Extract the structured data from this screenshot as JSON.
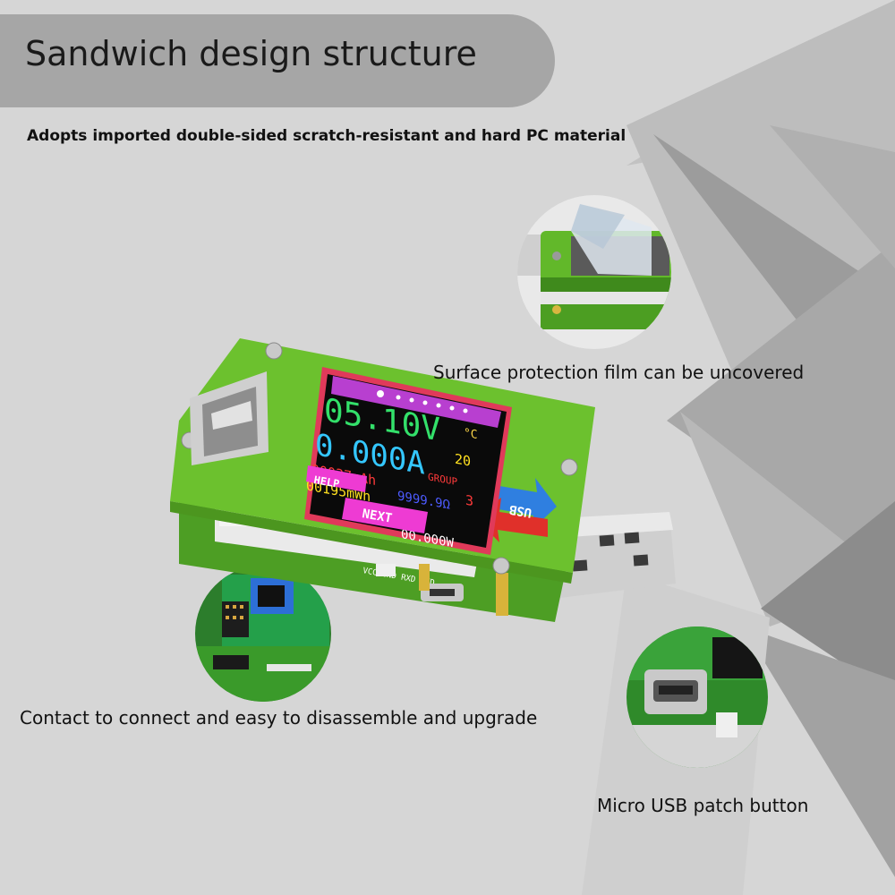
{
  "header": {
    "title": "Sandwich design structure",
    "subtitle": "Adopts imported double-sided scratch-resistant and hard PC material"
  },
  "callouts": [
    {
      "text": "Surface protection film can be uncovered",
      "icon": "protective-film-closeup"
    },
    {
      "text": "Contact to connect and easy to disassemble and upgrade",
      "icon": "bluetooth-module-closeup"
    },
    {
      "text": "Micro USB patch button",
      "icon": "micro-usb-port-closeup"
    }
  ],
  "device": {
    "voltage": "05.10V",
    "current": "0.000A",
    "capacity": "00037mAh",
    "energy": "00195mWh",
    "resistance": "9999.9Ω",
    "power": "00.000W",
    "temperature_unit": "°C",
    "temperature": "20",
    "group_label": "GROUP",
    "group_value": "3",
    "help_label": "HELP",
    "next_label": "NEXT",
    "usb_label": "USB",
    "pcb_silkscreen": "VCC GND RXD TXD",
    "colors": {
      "pcb": "#6cc12e",
      "screen_frame": "#e03a5a",
      "screen_bg": "#0a0a0a",
      "voltage_text": "#33e06a",
      "current_text": "#34c7ff",
      "capacity_text": "#ff3a3a",
      "energy_text": "#ffe020",
      "resistance_text": "#4d5bff",
      "button_bg": "#ee3bd3"
    }
  }
}
